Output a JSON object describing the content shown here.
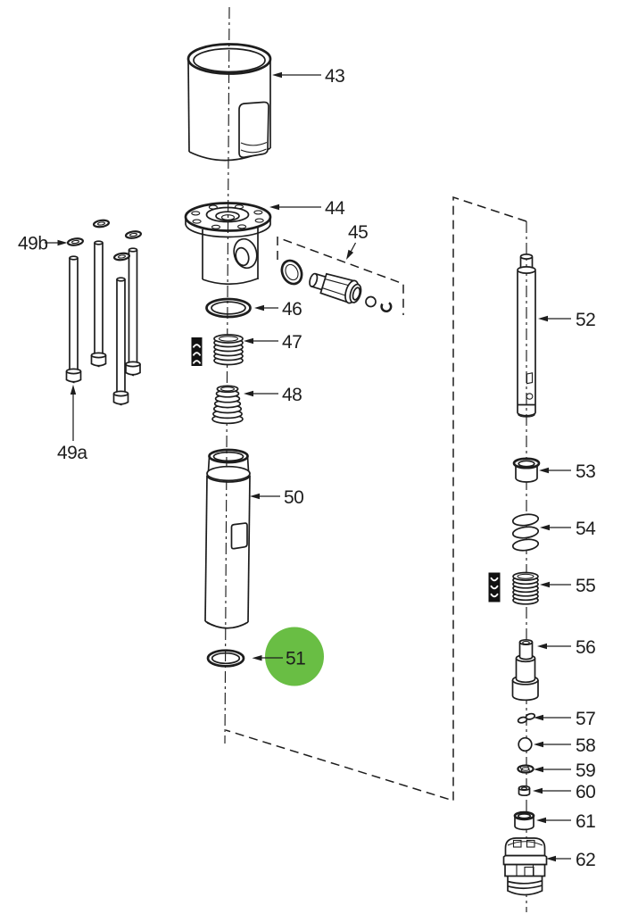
{
  "diagram": {
    "type": "exploded-parts-diagram",
    "background_color": "#ffffff",
    "line_color": "#1d1d1d",
    "highlight_color": "#69be44",
    "highlighted_part": "51"
  },
  "callouts": {
    "c43": "43",
    "c44": "44",
    "c45": "45",
    "c46": "46",
    "c47": "47",
    "c48": "48",
    "c49a": "49a",
    "c49b": "49b",
    "c50": "50",
    "c51": "51",
    "c52": "52",
    "c53": "53",
    "c54": "54",
    "c55": "55",
    "c56": "56",
    "c57": "57",
    "c58": "58",
    "c59": "59",
    "c60": "60",
    "c61": "61",
    "c62": "62"
  },
  "icons": {
    "grease_marker_47": "chevrons-up",
    "grease_marker_55": "chevrons-down"
  }
}
